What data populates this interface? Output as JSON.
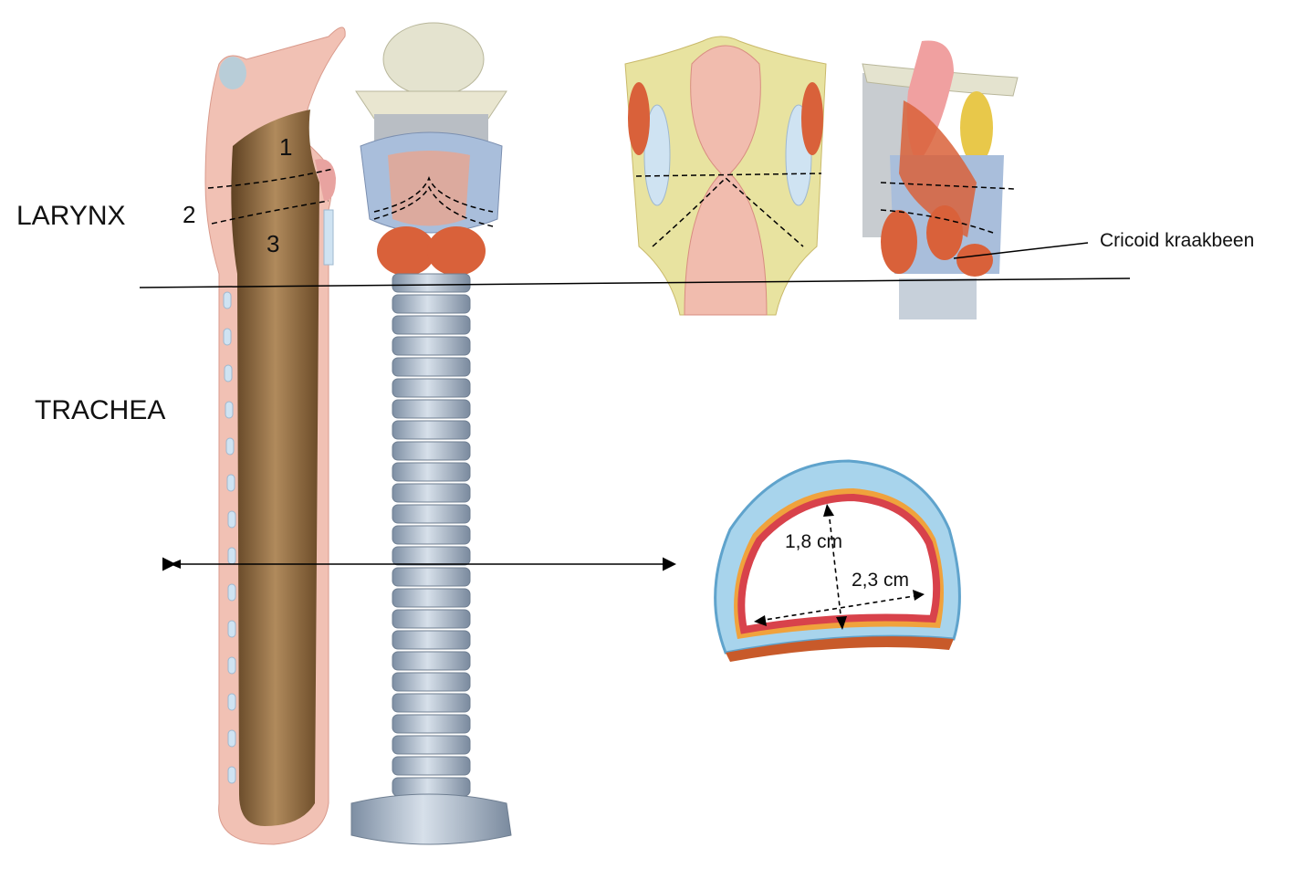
{
  "labels": {
    "larynx": "LARYNX",
    "trachea": "TRACHEA",
    "region_1": "1",
    "region_2": "2",
    "region_3": "3",
    "cricoid": "Cricoid kraakbeen",
    "height_measure": "1,8 cm",
    "width_measure": "2,3 cm"
  },
  "colors": {
    "mucosa": "#f1c1b4",
    "cartilage": "#bcd6ea",
    "lumen": "#8a6a3e",
    "rings": "#9fb0c2",
    "muscle": "#d9613a",
    "mucosa_red": "#d8424b",
    "submucosa": "#f0a23c"
  }
}
